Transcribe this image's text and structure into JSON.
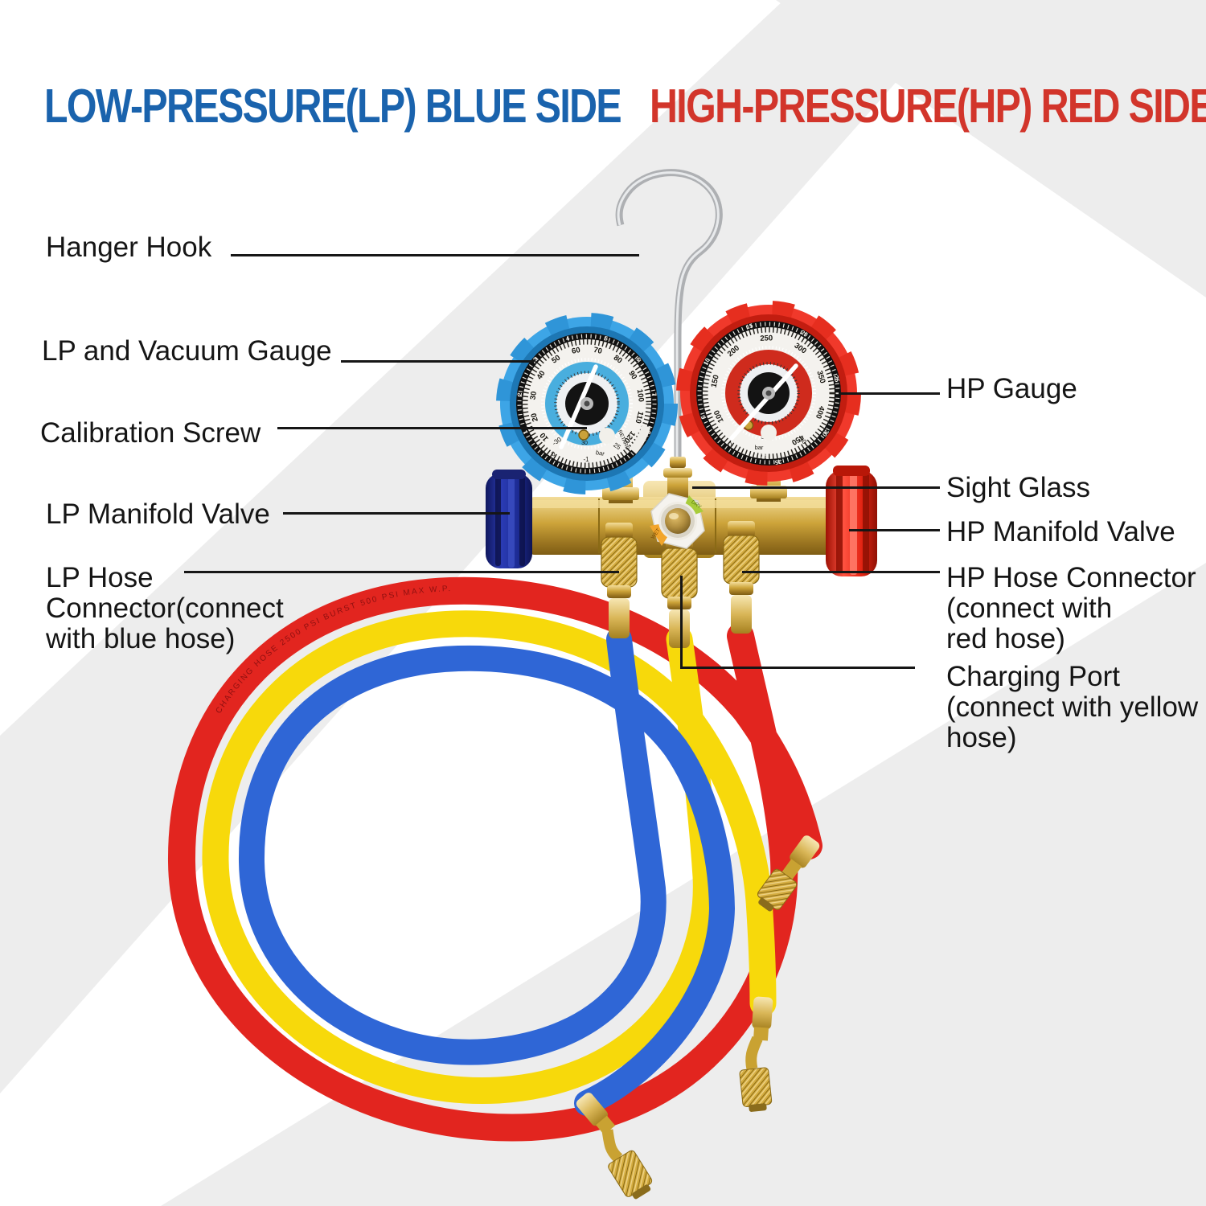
{
  "titles": {
    "left": "LOW-PRESSURE(LP) BLUE SIDE",
    "right": "HIGH-PRESSURE(HP) RED SIDE"
  },
  "labels": {
    "hanger_hook": "Hanger Hook",
    "lp_vacuum_gauge": "LP and Vacuum Gauge",
    "calibration_screw": "Calibration Screw",
    "lp_manifold_valve": "LP Manifold Valve",
    "lp_hose_1": "LP Hose",
    "lp_hose_2": "Connector(connect",
    "lp_hose_3": "with blue hose)",
    "hp_gauge": "HP Gauge",
    "sight_glass": "Sight Glass",
    "hp_manifold_valve": "HP Manifold Valve",
    "hp_hose_1": "HP Hose Connector",
    "hp_hose_2": "(connect with",
    "hp_hose_3": "red hose)",
    "charging_1": "Charging Port",
    "charging_2": "(connect with yellow",
    "charging_3": "hose)"
  },
  "gauge_lp": {
    "bar_numbers": [
      "1",
      "2",
      "3",
      "4",
      "5",
      "6",
      "7",
      "8"
    ],
    "psi_numbers": [
      "10",
      "20",
      "30",
      "40",
      "50",
      "60",
      "70",
      "80",
      "90",
      "100",
      "110",
      "120"
    ],
    "vacuum": "-30",
    "zero": "0",
    "neg_one": "-1",
    "bar_unit": "bar",
    "n25": "25",
    "n350": "350",
    "retard": "RETARD",
    "n30": "30"
  },
  "gauge_hp": {
    "bar_numbers": [
      "5",
      "10",
      "15",
      "20",
      "25",
      "30",
      "35"
    ],
    "psi_numbers": [
      "100",
      "150",
      "200",
      "250",
      "300",
      "350",
      "400",
      "450"
    ],
    "neg_one": "-1",
    "bar_unit": "bar",
    "n35": "35",
    "n500": "500",
    "n30": "30"
  },
  "sight_glass": {
    "wet": "WET",
    "dry": "DRY"
  },
  "hose_print": "CHARGING HOSE 2500 PSI BURST 500 PSI MAX W.P.",
  "colors": {
    "title_blue": "#1a63ad",
    "title_red": "#d2352b",
    "lp_boot": "#3da5e6",
    "hp_boot": "#f0392b",
    "lp_knob": "#1f2d9d",
    "hp_knob": "#e62b1c",
    "hose_red": "#e2251f",
    "hose_yellow": "#f7d90b",
    "hose_blue": "#2f66d6",
    "brass": "#c9a232"
  }
}
